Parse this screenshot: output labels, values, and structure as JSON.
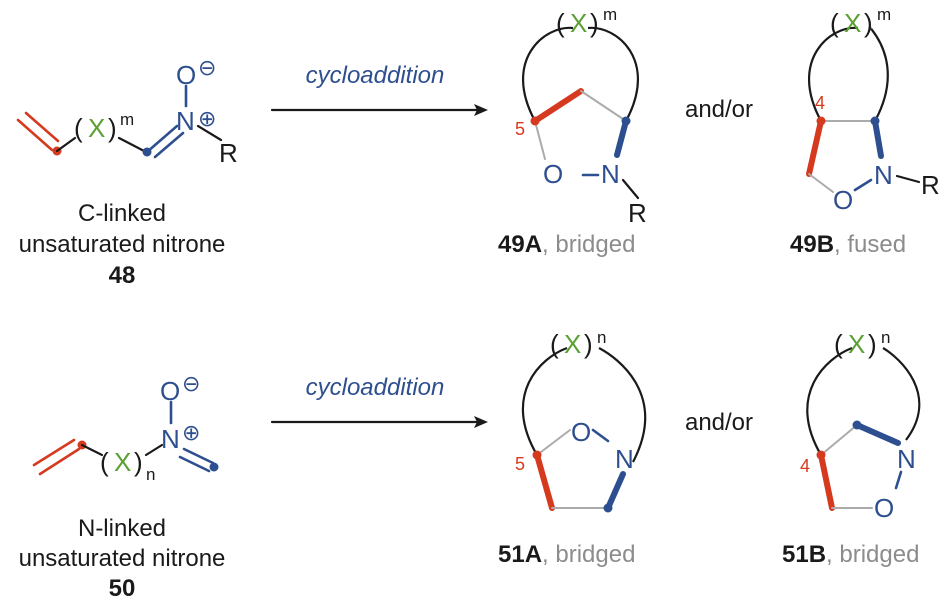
{
  "arrow_label": "cycloaddition",
  "and_or": "and/or",
  "x_atom": "X",
  "sub_m": "m",
  "sub_n": "n",
  "atom_O": "O",
  "atom_N": "N",
  "atom_R": "R",
  "size5": "5",
  "size4": "4",
  "minus": "⊖",
  "plus": "⊕",
  "paren_l": "(",
  "paren_r": ")",
  "top": {
    "sm_line1": "C-linked",
    "sm_line2": "unsaturated nitrone",
    "sm_num": "48",
    "prodA_num": "49A",
    "prodA_type": ", bridged",
    "prodB_num": "49B",
    "prodB_type": ", fused"
  },
  "bottom": {
    "sm_line1": "N-linked",
    "sm_line2": "unsaturated nitrone",
    "sm_num": "50",
    "prodA_num": "51A",
    "prodA_type": ", bridged",
    "prodB_num": "51B",
    "prodB_type": ", bridged"
  },
  "colors": {
    "nitrone_blue": "#2e4f8f",
    "alkene_red": "#d63a1e",
    "tether_green": "#5aa032",
    "label_gray": "#8c8c8c"
  }
}
